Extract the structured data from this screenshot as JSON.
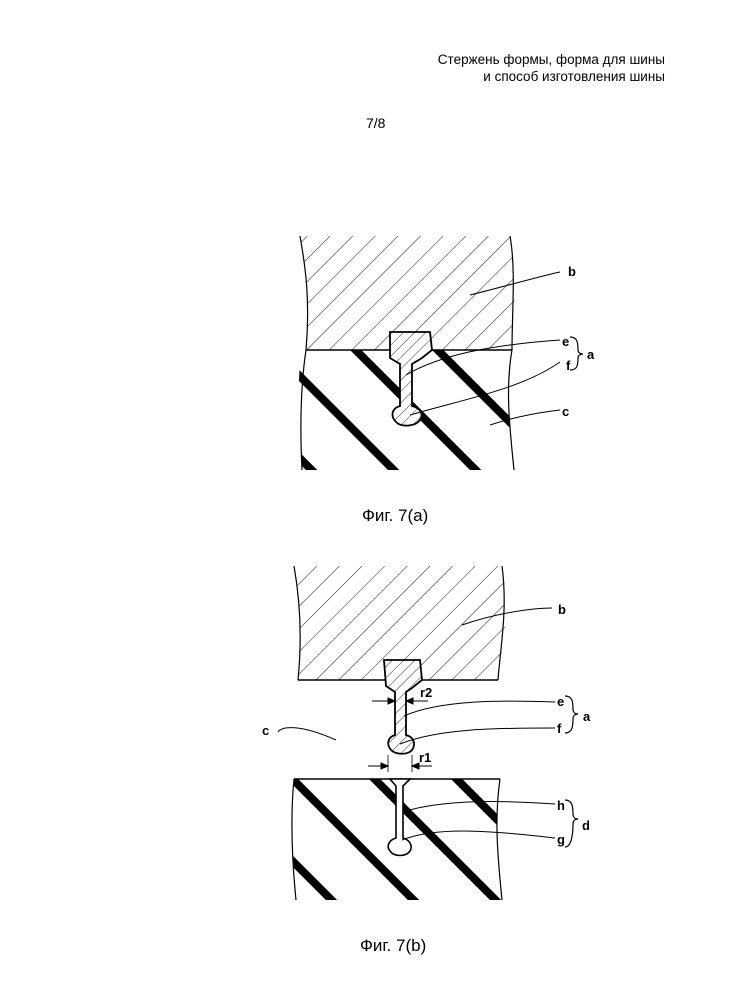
{
  "header": {
    "line1": "Стержень формы, форма для шины",
    "line2": "и способ изготовления шины"
  },
  "page_number": "7/8",
  "figure_a": {
    "caption": "Фиг. 7(a)",
    "labels": {
      "b": "b",
      "e": "e",
      "f": "f",
      "a": "a",
      "c": "c"
    }
  },
  "figure_b": {
    "caption": "Фиг. 7(b)",
    "labels": {
      "b": "b",
      "r2": "r2",
      "e": "e",
      "a": "a",
      "f": "f",
      "c": "c",
      "r1": "r1",
      "h": "h",
      "d": "d",
      "g": "g"
    }
  }
}
